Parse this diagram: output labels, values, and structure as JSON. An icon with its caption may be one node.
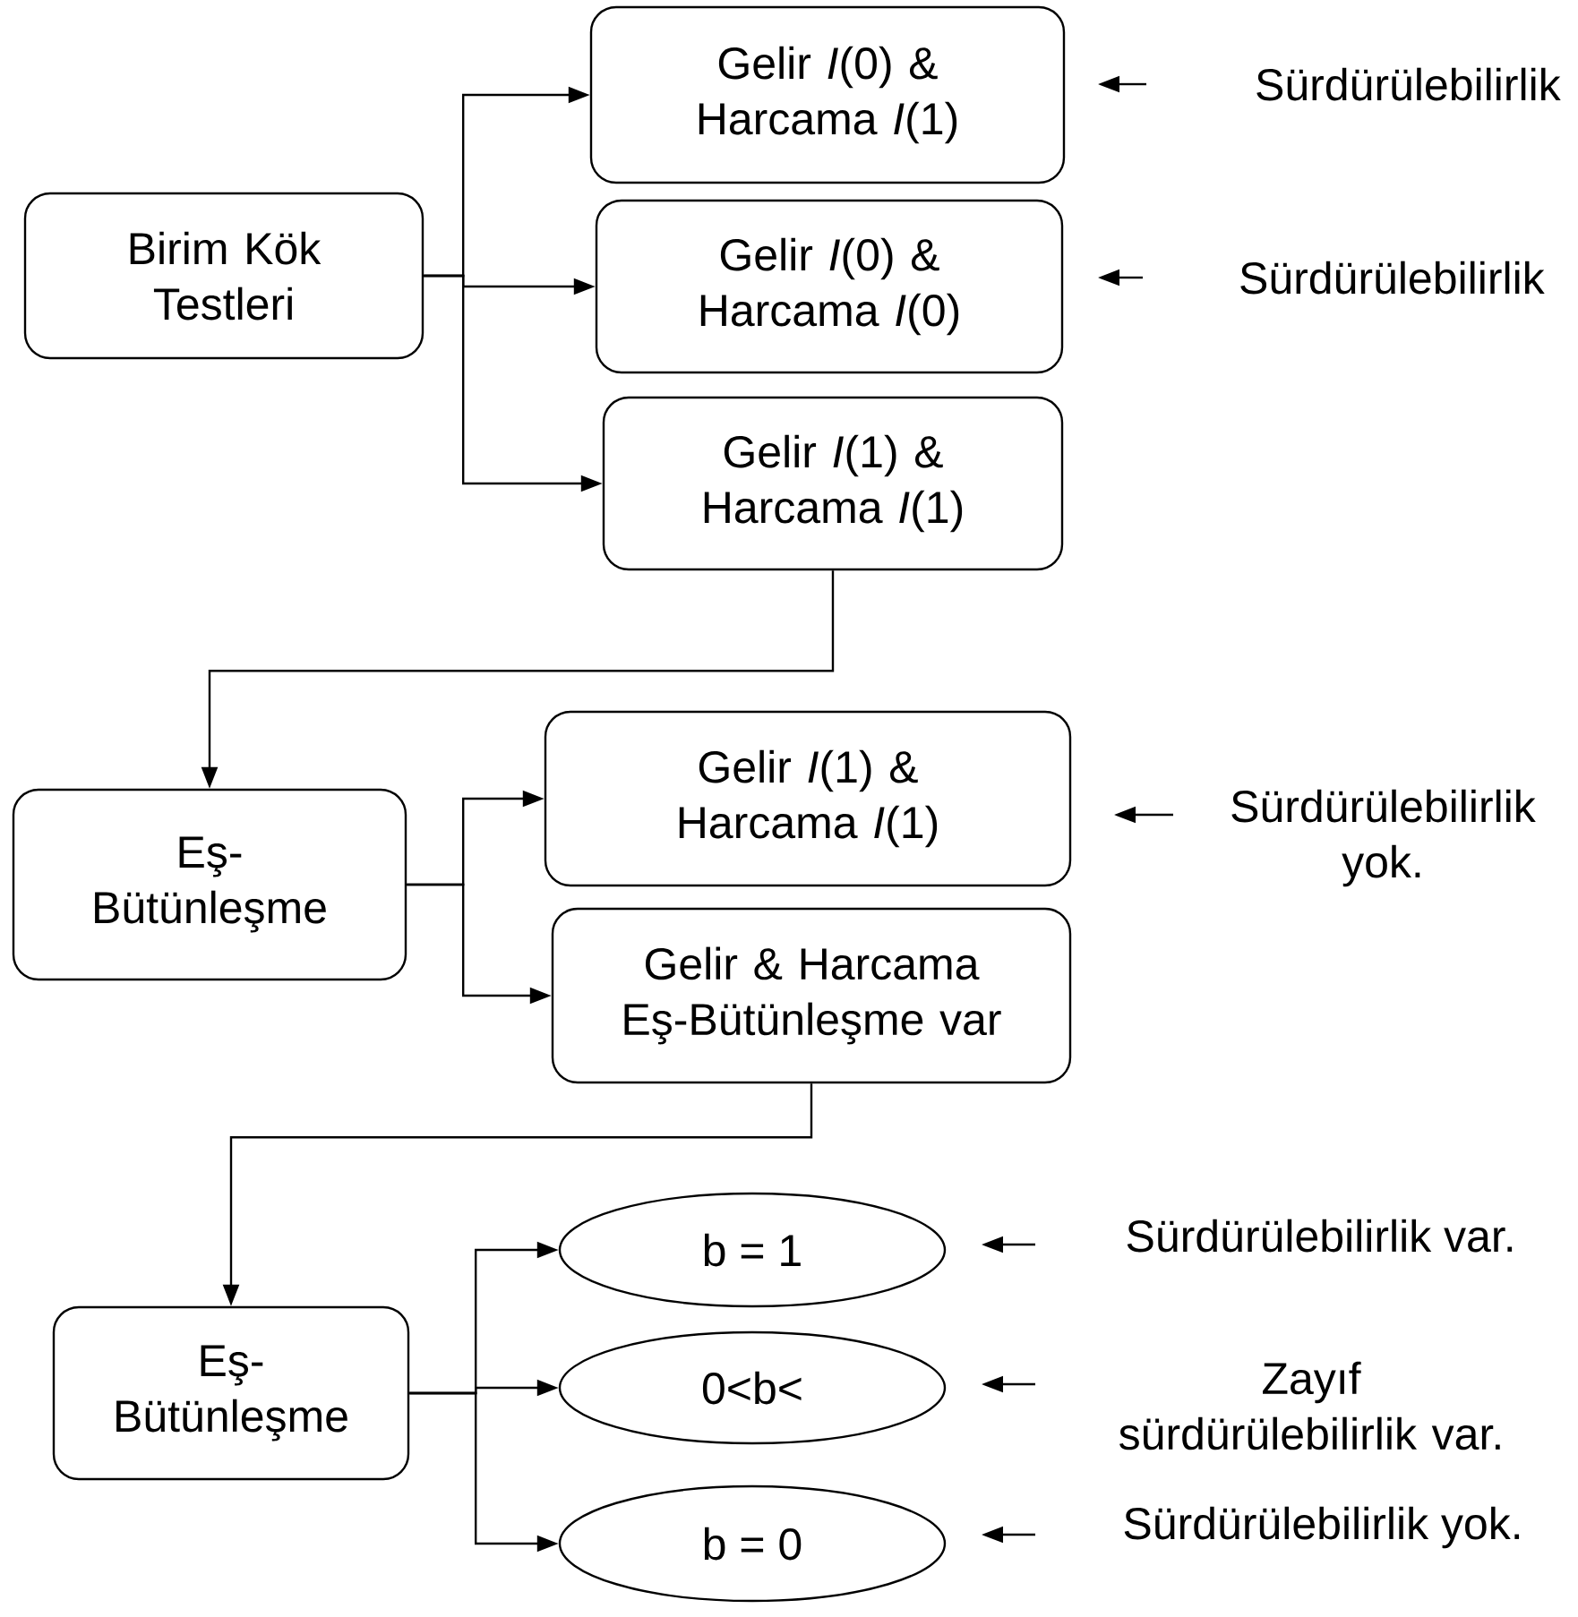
{
  "diagram": {
    "nodes": [
      {
        "text": [
          "Birim Kök Testleri"
        ]
      },
      {
        "text": [
          "Gelir *I*(0) & Harcama *I*(1)"
        ]
      },
      {
        "text": [
          "Gelir *I*(0) & Harcama *I*(0)"
        ]
      },
      {
        "text": [
          "Gelir *I*(1) & Harcama *I*(1)"
        ]
      },
      {
        "text": [
          "Eş- Bütünleşme"
        ]
      },
      {
        "text": [
          "Gelir *I*(1) & Harcama *I*(1)"
        ]
      },
      {
        "text": [
          "Gelir & Harcama Eş-Bütünleşme var"
        ]
      },
      {
        "text": [
          "Eş- Bütünleşme"
        ]
      },
      {
        "text": [
          "b = 1"
        ]
      },
      {
        "text": [
          "0<b<"
        ]
      },
      {
        "text": [
          "b = 0"
        ]
      }
    ],
    "edges": [
      {
        "from": 0,
        "to": 1,
        "arrow": "to"
      },
      {
        "from": 0,
        "to": 2,
        "arrow": "to"
      },
      {
        "from": 0,
        "to": 3,
        "arrow": "to"
      },
      {
        "from": 3,
        "to": 4,
        "arrow": "to"
      },
      {
        "from": 4,
        "to": 5,
        "arrow": "to"
      },
      {
        "from": 4,
        "to": 6,
        "arrow": "to"
      },
      {
        "from": 6,
        "to": 7,
        "arrow": "to"
      },
      {
        "from": 7,
        "to": 8,
        "arrow": "to"
      },
      {
        "from": 7,
        "to": 9,
        "arrow": "to"
      },
      {
        "from": 7,
        "to": 10,
        "arrow": "to"
      }
    ],
    "labels": [
      "Sürdürülebilirlik",
      "Sürdürülebilirlik",
      "Sürdürülebilirlik yok.",
      "Sürdürülebilirlik var.",
      "Zayıf sürdürülebilirlik var.",
      "Sürdürülebilirlik yok."
    ]
  }
}
